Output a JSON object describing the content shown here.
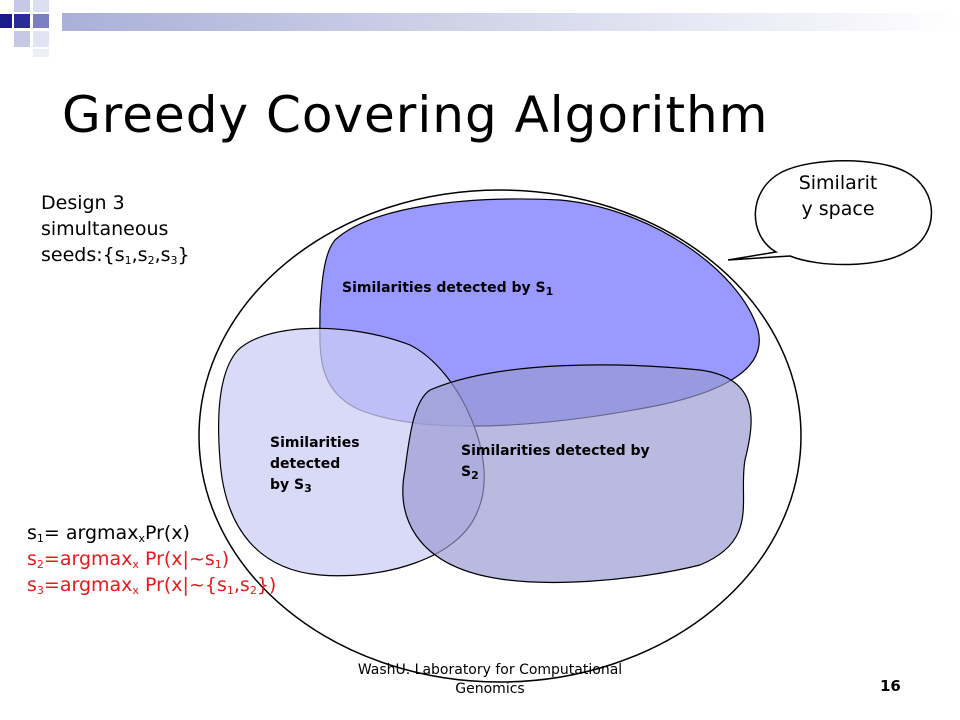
{
  "title": "Greedy Covering Algorithm",
  "design": {
    "line1": "Design 3",
    "line2": "simultaneous",
    "seeds_prefix": "seeds:{s",
    "s1_sub": "1",
    "sep1": ",s",
    "s2_sub": "2",
    "sep2": ",s",
    "s3_sub": "3",
    "suffix": "}"
  },
  "bubble": {
    "line1": "Similarit",
    "line2": "y space"
  },
  "regions": {
    "s1": {
      "text": "Similarities detected by S",
      "sub": "1"
    },
    "s3": {
      "line1": "Similarities",
      "line2": "detected",
      "line3": "by S",
      "sub": "3"
    },
    "s2": {
      "line1": "Similarities detected by",
      "line2": "S",
      "sub": "2"
    }
  },
  "formulas": {
    "f1": {
      "a": "s",
      "a_sub": "1",
      "b": "= argmax",
      "b_sub": "x",
      "c": "Pr(x)"
    },
    "f2": {
      "a": "s",
      "a_sub": "2",
      "b": "=argmax",
      "b_sub": "x",
      "c": " Pr(x|~s",
      "c_sub": "1",
      "d": ")"
    },
    "f3": {
      "a": "s",
      "a_sub": "3",
      "b": "=argmax",
      "b_sub": "x",
      "c": " Pr(x|~{s",
      "c_sub": "1",
      "d": ",s",
      "d_sub": "2",
      "e": "})"
    }
  },
  "footer": {
    "line1": "WashU. Laboratory for Computational",
    "line2": "Genomics"
  },
  "page_number": "16",
  "colors": {
    "s1_fill": "#9999ff",
    "s3_fill": "#ccccf5",
    "s2_fill": "#9999d2",
    "formula_red": "#e8191a",
    "corner_navy": "#1a1a8a"
  }
}
